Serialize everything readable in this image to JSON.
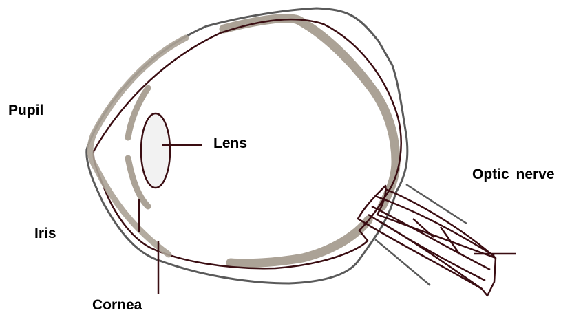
{
  "labels": {
    "pupil": "Pupil",
    "lens": "Lens",
    "optic_nerve": "Optic nerve",
    "iris": "Iris",
    "cornea": "Cornea"
  },
  "colors": {
    "outline": "#5a5a5a",
    "inner_outline": "#3a0d12",
    "band": "#aba296",
    "lens_fill": "#f2f2f2",
    "leader": "#3a0d12"
  }
}
